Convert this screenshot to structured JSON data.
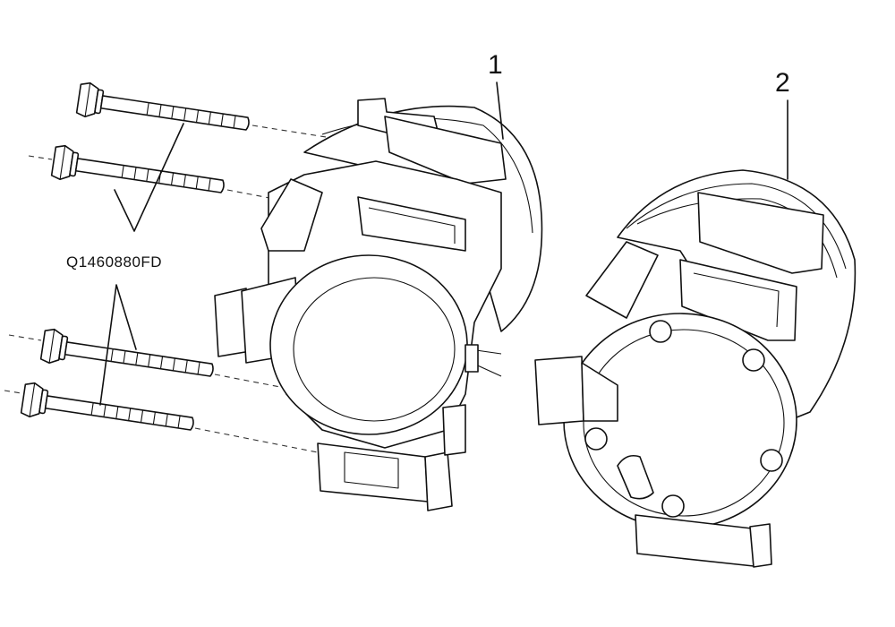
{
  "labels": {
    "callout_1": "1",
    "callout_2": "2",
    "bolt_part_number": "Q1460880FD"
  },
  "colors": {
    "line": "#111111",
    "background": "#ffffff"
  }
}
